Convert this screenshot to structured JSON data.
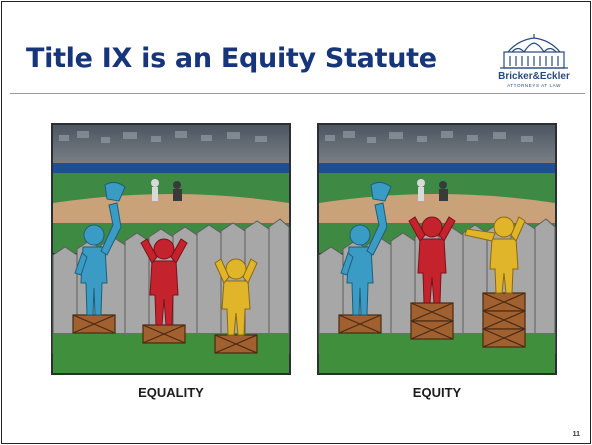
{
  "slide": {
    "title": "Title IX is an Equity Statute",
    "page_number": "11"
  },
  "logo": {
    "name": "Bricker&Eckler",
    "tagline": "ATTORNEYS AT LAW",
    "color": "#2a4a7f"
  },
  "illustration": {
    "left_caption": "EQUALITY",
    "right_caption": "EQUITY",
    "figure_colors": {
      "tall": "#3a9bc4",
      "medium": "#c4232d",
      "short": "#e0b52a"
    }
  },
  "theme": {
    "title_color": "#16357b"
  }
}
